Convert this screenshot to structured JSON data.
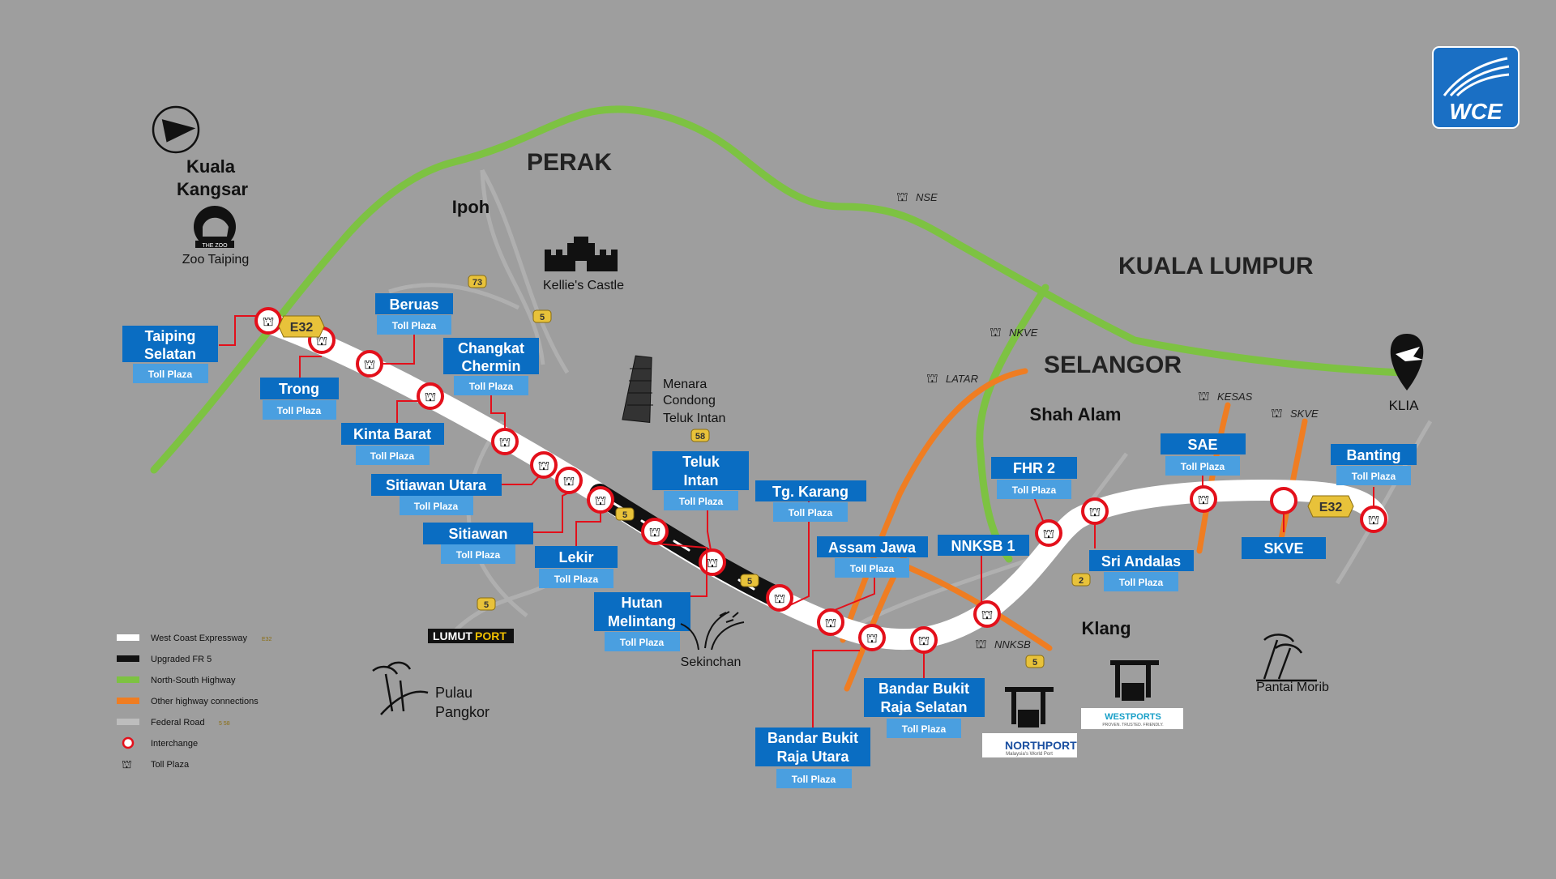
{
  "logo_text": "WCE",
  "regions": {
    "perak": "PERAK",
    "kl": "KUALA LUMPUR",
    "selangor": "SELANGOR"
  },
  "places": {
    "kuala_kangsar_1": "Kuala",
    "kuala_kangsar_2": "Kangsar",
    "zoo": "Zoo Taiping",
    "zoo_badge": "THE ZOO",
    "ipoh": "Ipoh",
    "kellies": "Kellie's Castle",
    "menara_1": "Menara",
    "menara_2": "Condong",
    "menara_3": "Teluk  Intan",
    "shah_alam": "Shah Alam",
    "klang": "Klang",
    "klia": "KLIA",
    "sekinchan": "Sekinchan",
    "pangkor_1": "Pulau",
    "pangkor_2": "Pangkor",
    "morib": "Pantai Morib",
    "lumut_a": "LUMUT",
    "lumut_b": "PORT",
    "northport": "NORTHPORT",
    "northport_sub": "Malaysia's World Port",
    "westports": "WESTPORTS",
    "westports_sub": "PROVEN. TRUSTED. FRIENDLY."
  },
  "highways": {
    "nse": "NSE",
    "nkve": "NKVE",
    "latar": "LATAR",
    "kesas": "KESAS",
    "skve": "SKVE",
    "nnksb": "NNKSB"
  },
  "route_badges": {
    "r73": "73",
    "r5a": "5",
    "r58": "58",
    "r5b": "5",
    "r5c": "5",
    "r5d": "5",
    "r2": "2",
    "r5e": "5",
    "e32a": "E32",
    "e32b": "E32"
  },
  "toll_sub": "Toll Plaza",
  "tolls": [
    {
      "l1": "Taiping",
      "l2": "Selatan"
    },
    {
      "l1": "Trong",
      "l2": ""
    },
    {
      "l1": "Beruas",
      "l2": ""
    },
    {
      "l1": "Kinta Barat",
      "l2": ""
    },
    {
      "l1": "Changkat",
      "l2": "Chermin"
    },
    {
      "l1": "Sitiawan Utara",
      "l2": ""
    },
    {
      "l1": "Sitiawan",
      "l2": ""
    },
    {
      "l1": "Lekir",
      "l2": ""
    },
    {
      "l1": "Teluk",
      "l2": "Intan"
    },
    {
      "l1": "Hutan",
      "l2": "Melintang"
    },
    {
      "l1": "Tg. Karang",
      "l2": ""
    },
    {
      "l1": "Assam Jawa",
      "l2": ""
    },
    {
      "l1": "Bandar Bukit",
      "l2": "Raja Utara"
    },
    {
      "l1": "Bandar Bukit",
      "l2": "Raja Selatan"
    },
    {
      "l1": "NNKSB 1",
      "l2": ""
    },
    {
      "l1": "FHR 2",
      "l2": ""
    },
    {
      "l1": "Sri Andalas",
      "l2": ""
    },
    {
      "l1": "SAE",
      "l2": ""
    },
    {
      "l1": "SKVE",
      "l2": ""
    },
    {
      "l1": "Banting",
      "l2": ""
    }
  ],
  "legend": [
    {
      "label": "West Coast Expressway",
      "badge": "E32",
      "color": "#ffffff"
    },
    {
      "label": "Upgraded FR 5",
      "badge": "",
      "color": "#111111"
    },
    {
      "label": "North-South Highway",
      "badge": "",
      "color": "#7dc242"
    },
    {
      "label": "Other highway connections",
      "badge": "",
      "color": "#ef7d22"
    },
    {
      "label": "Federal Road",
      "badge": "5  58",
      "color": "#bdbdbd"
    },
    {
      "label": "Interchange",
      "badge": "",
      "color": "#e3101b"
    },
    {
      "label": "Toll Plaza",
      "badge": "",
      "color": "#111111"
    }
  ],
  "colors": {
    "background": "#9e9e9e",
    "wce": "#ffffff",
    "fr5": "#111111",
    "nse": "#7dc242",
    "other_highway": "#ef7d22",
    "federal_road": "#bdbdbd",
    "interchange_ring": "#e3101b",
    "label_dark": "#0a6dc2",
    "label_light": "#4a9fe0",
    "logo_blue": "#1a6fc4"
  }
}
